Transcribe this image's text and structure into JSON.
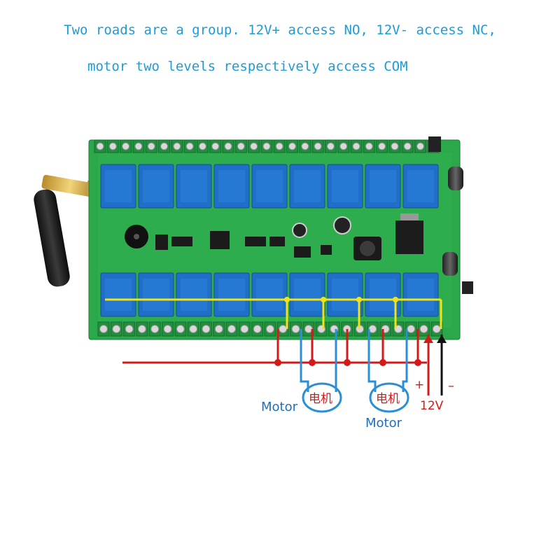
{
  "caption": {
    "line1": "Two roads are a group. 12V+ access NO, 12V- access NC,",
    "line2": "motor two levels respectively access COM"
  },
  "labels": {
    "motor_left": "Motor",
    "motor_right": "Motor",
    "motor_cn_left": "电机",
    "motor_cn_right": "电机",
    "plus": "+",
    "minus": "–",
    "voltage": "12V"
  },
  "colors": {
    "caption": "#1e9bd7",
    "board": "#2aa84a",
    "relay": "#1f6fc8",
    "wire_pos": "#d21a1a",
    "wire_neg": "#111111",
    "wire_motor": "#2a8fd6",
    "bus": "#f2e21a"
  }
}
